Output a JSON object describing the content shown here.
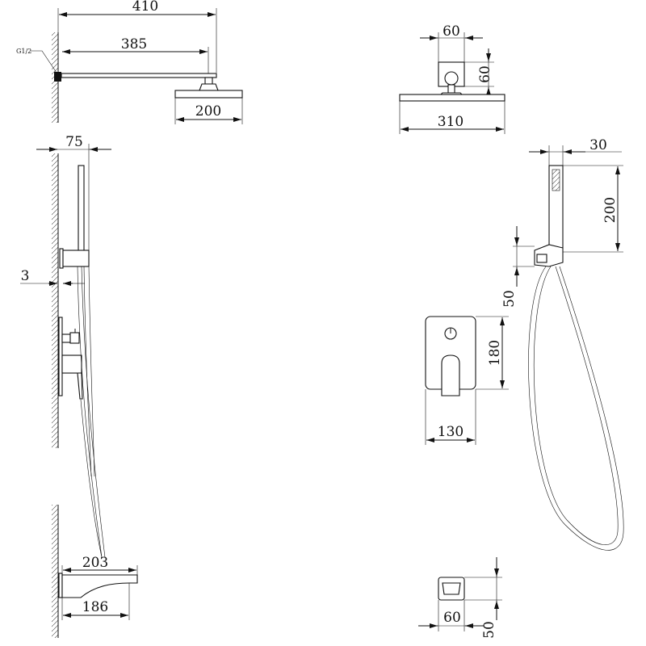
{
  "labels": {
    "thread": "G1/2",
    "arm_total_length": "410",
    "arm_length": "385",
    "head_diameter_side": "200",
    "flange_width": "60",
    "flange_height": "60",
    "head_diameter_top": "310",
    "holder_projection": "75",
    "plate_thickness": "3",
    "spout_projection": "203",
    "spout_length": "186",
    "handshower_width": "30",
    "handshower_length": "200",
    "holder_height": "50",
    "valve_height": "180",
    "valve_width": "130",
    "spout_width": "60",
    "spout_height": "50"
  }
}
